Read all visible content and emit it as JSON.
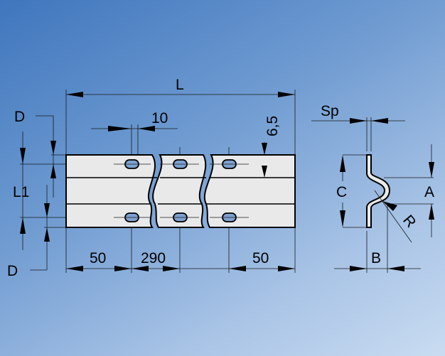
{
  "title": "Profile rail technical drawing",
  "colors": {
    "background_top": "#3f76bd",
    "background_bottom": "#c9dcf1",
    "part_fill": "#e9e9ea"
  },
  "front_view": {
    "length_label": "L",
    "edge_distance_top_label": "D",
    "row_spacing_label": "L1",
    "edge_distance_bottom_label": "D",
    "slot_width": "10",
    "slot_height": "6,5",
    "end_distance_left": "50",
    "hole_pitch": "290",
    "end_distance_right": "50"
  },
  "side_view": {
    "thickness_label": "Sp",
    "height_label": "C",
    "offset_height_label": "A",
    "radius_label": "R",
    "depth_label": "B"
  }
}
